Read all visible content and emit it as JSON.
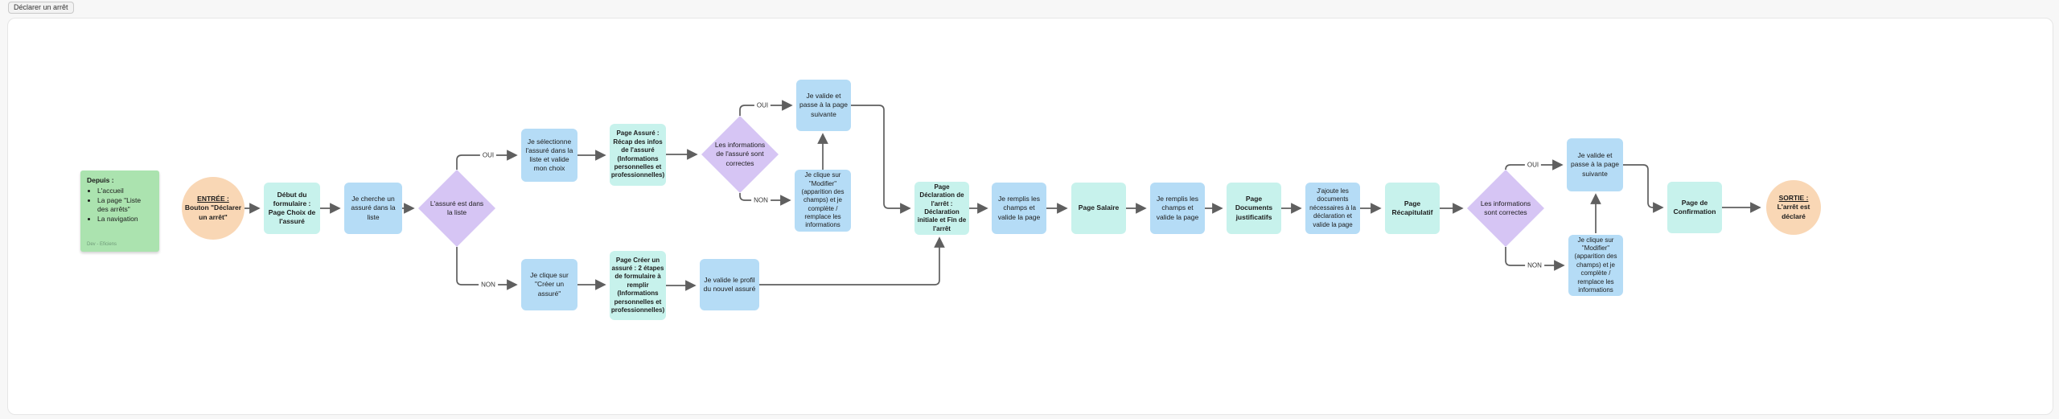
{
  "tab": {
    "label": "Déclarer un arrêt"
  },
  "note": {
    "title": "Depuis :",
    "items": [
      "L'accueil",
      "La page \"Liste des arrêts\"",
      "La navigation"
    ],
    "footer": "Dev - Eficiens"
  },
  "nodes": {
    "entry": {
      "title": "ENTRÉE :",
      "body": "Bouton \"Déclarer un arrêt\""
    },
    "start_form": {
      "label": "Début du formulaire : Page Choix de l'assuré"
    },
    "search_insured": {
      "label": "Je cherche un assuré dans la liste"
    },
    "d1": {
      "label": "L'assuré est dans la liste"
    },
    "select_insured": {
      "label": "Je sélectionne l'assuré dans la liste et valide mon choix"
    },
    "page_assure": {
      "label": "Page Assuré : Récap des infos de l'assuré (Informations personnelles et professionnelles)"
    },
    "d2": {
      "label": "Les informations de l'assuré sont correctes"
    },
    "validate_next_1": {
      "label": "Je valide et passe à la page suivante"
    },
    "modify_1": {
      "label": "Je clique sur \"Modifier\" (apparition des champs) et je complète / remplace les informations"
    },
    "click_create": {
      "label": "Je clique sur \"Créer un assuré\""
    },
    "page_create": {
      "label": "Page Créer un assuré : 2 étapes de formulaire à remplir (Informations personnelles et professionnelles)"
    },
    "validate_profile": {
      "label": "Je valide le profil du nouvel assuré"
    },
    "page_declaration": {
      "label": "Page Déclaration de l'arrêt : Déclaration initiale et Fin de l'arrêt"
    },
    "fill_1": {
      "label": "Je remplis les champs et valide la page"
    },
    "page_salaire": {
      "label": "Page Salaire"
    },
    "fill_2": {
      "label": "Je remplis les champs et valide la page"
    },
    "page_documents": {
      "label": "Page Documents justificatifs"
    },
    "add_documents": {
      "label": "J'ajoute les documents nécessaires à la déclaration et valide la page"
    },
    "page_recap": {
      "label": "Page Récapitulatif"
    },
    "d3": {
      "label": "Les informations sont correctes"
    },
    "validate_next_2": {
      "label": "Je valide et passe à la page suivante"
    },
    "modify_2": {
      "label": "Je clique sur \"Modifier\" (apparition des champs) et je complète / remplace les informations"
    },
    "page_confirmation": {
      "label": "Page de Confirmation"
    },
    "exit": {
      "title": "SORTIE :",
      "body": "L'arrêt est déclaré"
    }
  },
  "edge_labels": {
    "oui1": "OUI",
    "non1": "NON",
    "oui2": "OUI",
    "non2": "NON",
    "oui3": "OUI",
    "non3": "NON"
  },
  "colors": {
    "page_box": "#c7f2ec",
    "action_box": "#b5dcf6",
    "decision": "#d6c5f4",
    "terminal": "#f9d7b5",
    "sticky": "#abe3af",
    "connector": "#5f5f5f"
  }
}
